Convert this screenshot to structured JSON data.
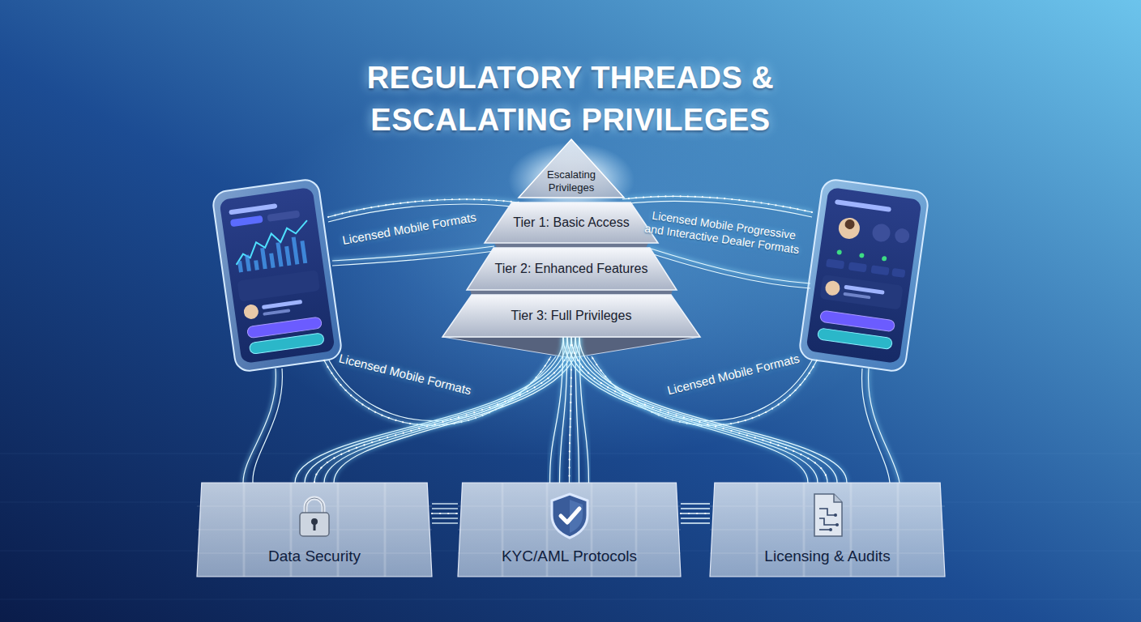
{
  "diagram": {
    "title": "REGULATORY THREADS & ESCALATING PRIVILEGES",
    "nodes": [
      {
        "text": [
          "Escalating Privileges"
        ]
      },
      {
        "text": [
          "Tier 1: Basic Access"
        ]
      },
      {
        "text": [
          "Tier 2: Enhanced Features"
        ]
      },
      {
        "text": [
          "Tier 3: Full Privileges"
        ]
      },
      {
        "text": [
          "Data Security"
        ]
      },
      {
        "text": [
          "KYC/AML Protocols"
        ]
      },
      {
        "text": [
          "Licensing & Audits"
        ]
      }
    ],
    "edges": [
      {
        "from": 3,
        "to": 4,
        "arrow": "none"
      },
      {
        "from": 3,
        "to": 5,
        "arrow": "none"
      },
      {
        "from": 3,
        "to": 6,
        "arrow": "none"
      },
      {
        "from": 4,
        "to": 5,
        "arrow": "none"
      },
      {
        "from": 5,
        "to": 6,
        "arrow": "none"
      }
    ],
    "labels": [
      "Licensed Mobile Formats",
      "Licensed Mobile Progressive and Interactive Dealer Formats",
      "Licensed Mobile Formats",
      "Licensed Mobile Formats"
    ]
  }
}
